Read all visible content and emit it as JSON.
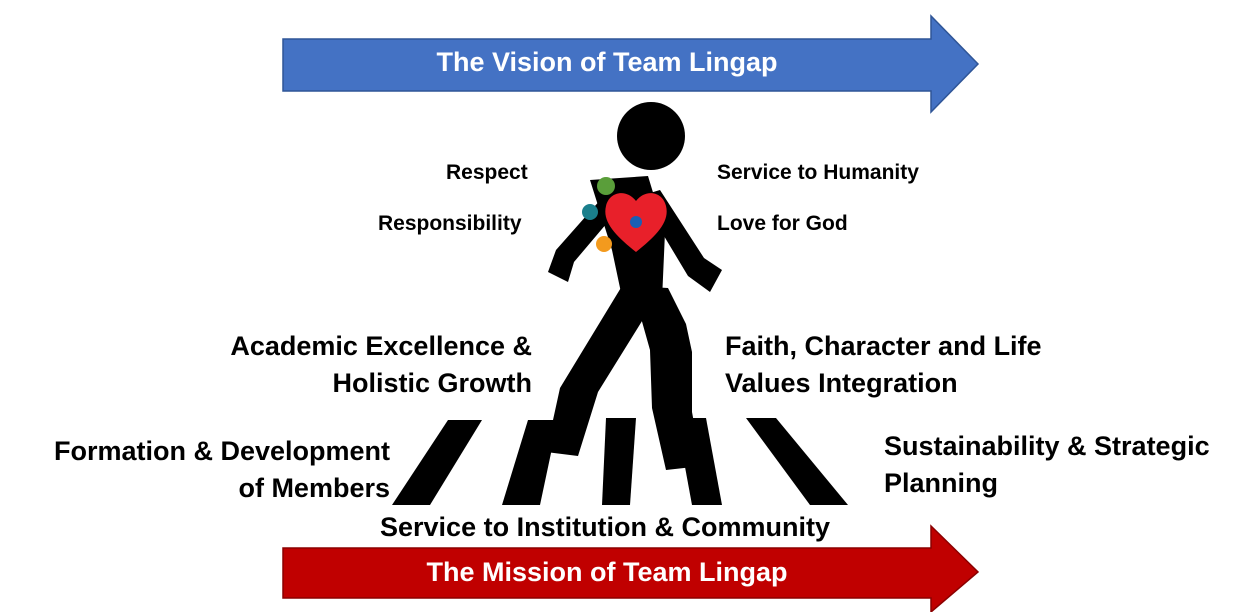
{
  "vision_arrow": {
    "label": "The Vision of Team Lingap",
    "color": "#4472c4",
    "border": "#2f5597"
  },
  "mission_arrow": {
    "label": "The Mission of Team Lingap",
    "color": "#c00000",
    "border": "#8b0000"
  },
  "values": {
    "respect": "Respect",
    "responsibility": "Responsibility",
    "service_to_humanity": "Service to Humanity",
    "love_for_god": "Love for God"
  },
  "mission_pillars": {
    "academic_line1": "Academic Excellence &",
    "academic_line2": "Holistic Growth",
    "faith_line1": "Faith, Character and Life",
    "faith_line2": "Values Integration",
    "formation_line1": "Formation & Development",
    "formation_line2": "of Members",
    "sustainability_line1": "Sustainability & Strategic",
    "sustainability_line2": "Planning",
    "service_institution": "Service to Institution & Community"
  },
  "colors": {
    "figure": "#000000",
    "heart": "#e8202a",
    "logo_green": "#5a9e3a",
    "logo_orange": "#f39a1e",
    "logo_teal": "#1a7f8c"
  }
}
